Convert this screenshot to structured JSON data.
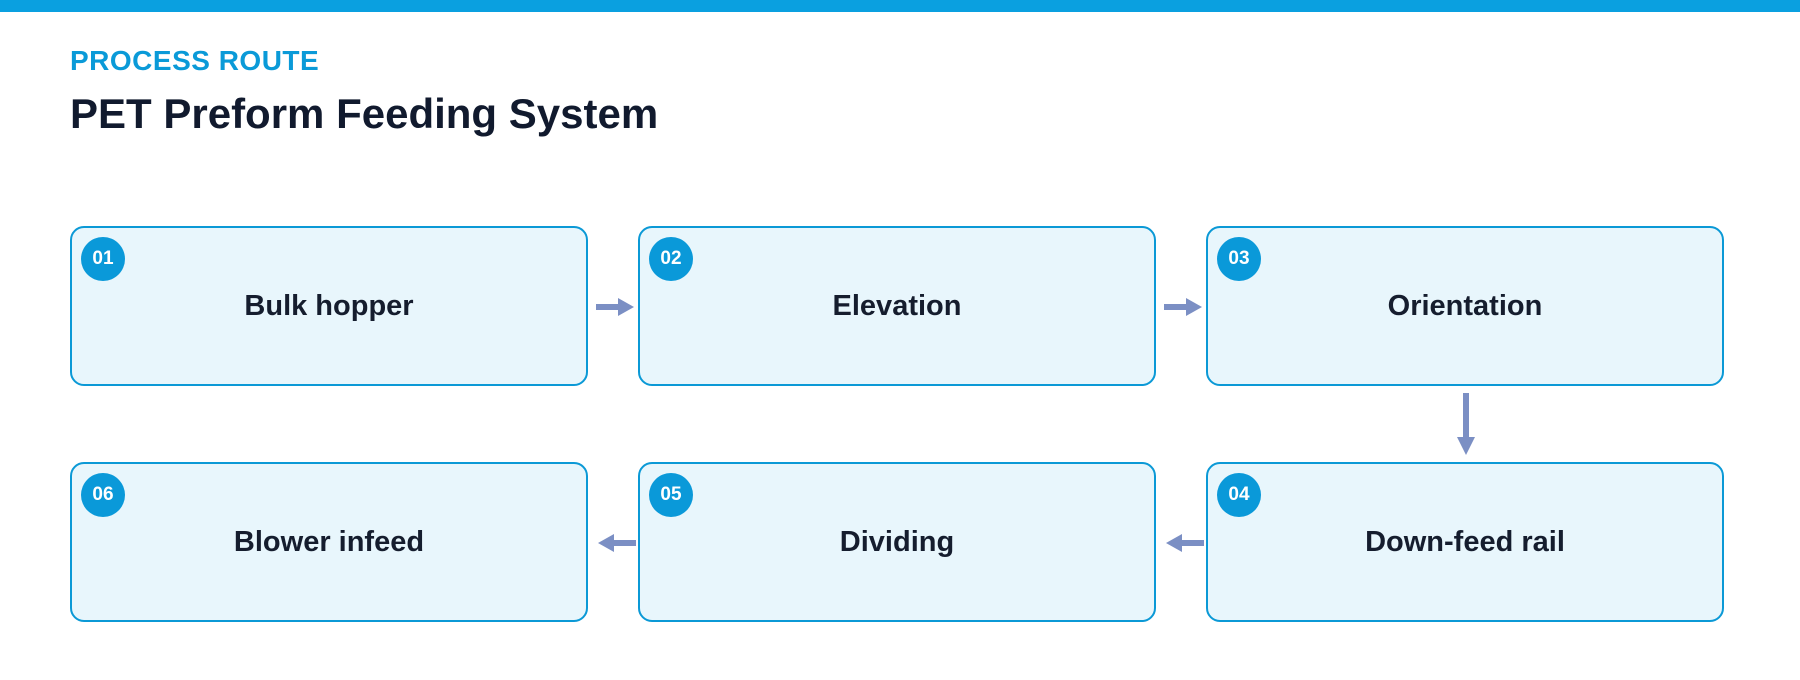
{
  "header": {
    "eyebrow": "PROCESS ROUTE",
    "title": "PET Preform Feeding System"
  },
  "steps": [
    {
      "number": "01",
      "label": "Bulk hopper"
    },
    {
      "number": "02",
      "label": "Elevation"
    },
    {
      "number": "03",
      "label": "Orientation"
    },
    {
      "number": "04",
      "label": "Down-feed rail"
    },
    {
      "number": "05",
      "label": "Dividing"
    },
    {
      "number": "06",
      "label": "Blower infeed"
    }
  ],
  "colors": {
    "accent": "#0aa0e0",
    "card_fill": "#e8f6fc",
    "card_border": "#0b99d6",
    "arrow": "#7b8fc4",
    "text": "#111a2e"
  }
}
